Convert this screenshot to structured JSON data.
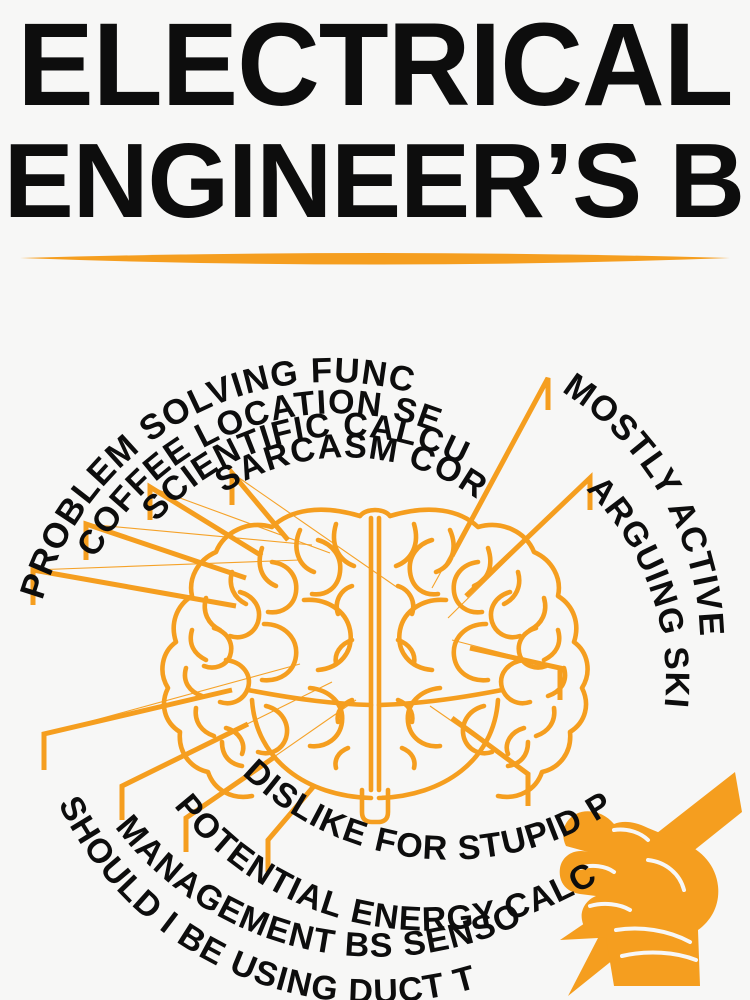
{
  "meta": {
    "background_color": "#f7f7f6",
    "accent_color": "#f59e1f",
    "text_color": "#0d0d0d"
  },
  "header": {
    "line1": "ELECTRICAL",
    "line2": "ENGINEER’S BRAIN",
    "divider": "orange-lens-divider"
  },
  "illustration": {
    "brain": "line-art-brain",
    "fist": "fist-holding-lightning-bolt"
  },
  "labels": {
    "left": [
      {
        "id": "problem-solving-function",
        "text": "PROBLEM SOLVING FUNCTION"
      },
      {
        "id": "coffee-location-sensor",
        "text": "COFFEE LOCATION SENSOR"
      },
      {
        "id": "scientific-calculator",
        "text": "SCIENTIFIC CALCULATOR"
      },
      {
        "id": "sarcasm-cortex",
        "text": "SARCASM CORTEX"
      }
    ],
    "right": [
      {
        "id": "mostly-active",
        "text": "MOSTLY ACTIVE"
      },
      {
        "id": "arguing-skills",
        "text": "ARGUING SKILLS"
      }
    ],
    "bottom": [
      {
        "id": "dislike-for-stupid-people",
        "text": "DISLIKE FOR STUPID PEOPLE"
      },
      {
        "id": "potential-energy-calculator",
        "text": "POTENTIAL ENERGY CALCULATOR"
      },
      {
        "id": "management-bs-sensor",
        "text": "MANAGEMENT BS SENSOR"
      },
      {
        "id": "should-i-be-using-duct-tape",
        "text": "SHOULD I BE USING DUCT TAPE?"
      }
    ]
  }
}
